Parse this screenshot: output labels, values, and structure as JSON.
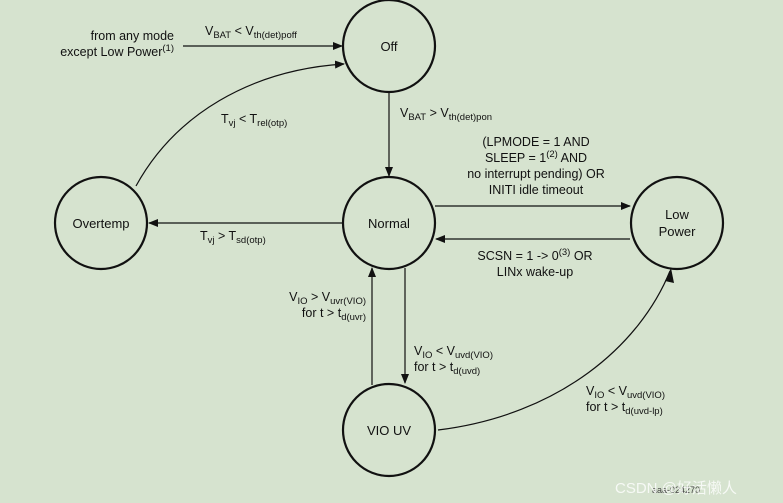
{
  "states": {
    "off": "Off",
    "normal": "Normal",
    "overtemp": "Overtemp",
    "low_power_1": "Low",
    "low_power_2": "Power",
    "vio_uv": "VIO UV"
  },
  "transitions": {
    "any_to_off": {
      "line1": "from any mode",
      "line2": "except Low Power",
      "note": "(1)",
      "cond_main": "V",
      "cond_sub1": "BAT",
      "cond_op": " < V",
      "cond_sub2": "th(det)poff"
    },
    "off_to_normal": {
      "main": "V",
      "sub1": "BAT",
      "op": " > V",
      "sub2": "th(det)pon"
    },
    "overtemp_to_off": {
      "main": "T",
      "sub1": "vj",
      "op": " < T",
      "sub2": "rel(otp)"
    },
    "normal_to_overtemp": {
      "main": "T",
      "sub1": "vj",
      "op": " > T",
      "sub2": "sd(otp)"
    },
    "normal_to_lowpower": {
      "line1": "(LPMODE = 1 AND",
      "line2a": "SLEEP = 1",
      "line2note": "(2)",
      "line2b": " AND",
      "line3": "no interrupt pending) OR",
      "line4": "INITI idle timeout"
    },
    "lowpower_to_normal": {
      "line1a": "SCSN = 1 -> 0",
      "line1note": "(3)",
      "line1b": " OR",
      "line2": "LINx wake-up"
    },
    "viouv_to_normal": {
      "main": "V",
      "sub1": "IO",
      "op": " > V",
      "sub2": "uvr(VIO)",
      "line2": "for t > t",
      "line2sub": "d(uvr)"
    },
    "normal_to_viouv": {
      "main": "V",
      "sub1": "IO",
      "op": " < V",
      "sub2": "uvd(VIO)",
      "line2": "for t > t",
      "line2sub": "d(uvd)"
    },
    "lowpower_to_viouv": {
      "main": "V",
      "sub1": "IO",
      "op": " < V",
      "sub2": "uvd(VIO)",
      "line2": "for t > t",
      "line2sub": "d(uvd-lp)"
    }
  },
  "figure_code": "aaa-024270",
  "watermark": "CSDN @好活懒人",
  "colors": {
    "background": "#d6e3cf",
    "stroke": "#111111"
  }
}
